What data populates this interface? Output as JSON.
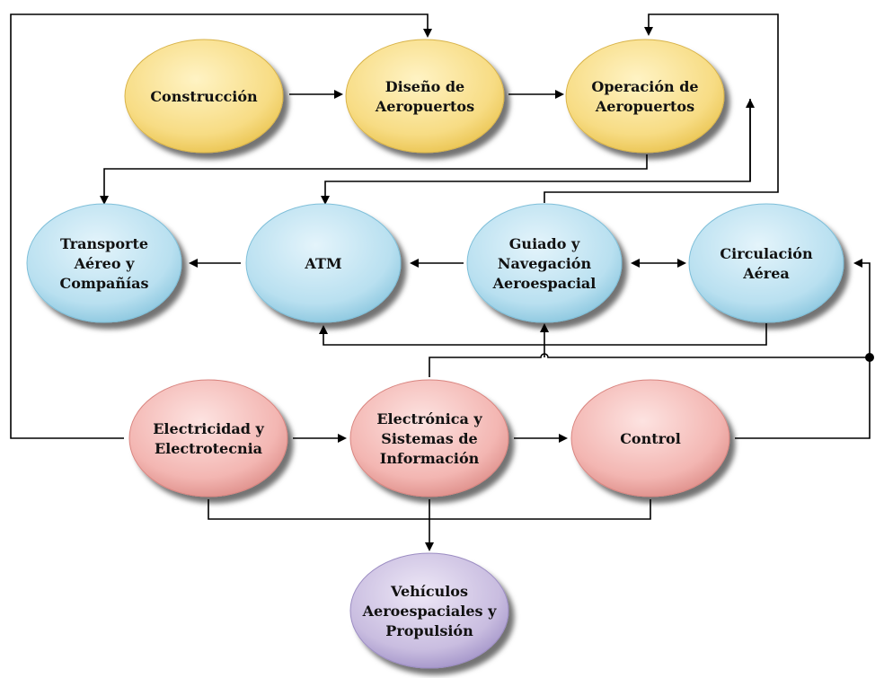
{
  "colors": {
    "yellow": "#f7dc84",
    "yellow_edge": "#e8bf3f",
    "blue": "#b9e0f0",
    "blue_edge": "#7fbfd9",
    "pink": "#f3b6b2",
    "pink_edge": "#d98580",
    "purple": "#c9bde0",
    "purple_edge": "#9b8cc2",
    "line": "#000000"
  },
  "nodes": {
    "construccion": {
      "lines": [
        "Construcción"
      ]
    },
    "diseno": {
      "lines": [
        "Diseño de",
        "Aeropuertos"
      ]
    },
    "operacion": {
      "lines": [
        "Operación de",
        "Aeropuertos"
      ]
    },
    "transporte": {
      "lines": [
        "Transporte",
        "Aéreo y",
        "Compañías"
      ]
    },
    "atm": {
      "lines": [
        "ATM"
      ]
    },
    "guiado": {
      "lines": [
        "Guiado y",
        "Navegación",
        "Aeroespacial"
      ]
    },
    "circulacion": {
      "lines": [
        "Circulación",
        "Aérea"
      ]
    },
    "electricidad": {
      "lines": [
        "Electricidad y",
        "Electrotecnia"
      ]
    },
    "electronica": {
      "lines": [
        "Electrónica y",
        "Sistemas de",
        "Información"
      ]
    },
    "control": {
      "lines": [
        "Control"
      ]
    },
    "vehiculos": {
      "lines": [
        "Vehículos",
        "Aeroespaciales y",
        "Propulsión"
      ]
    }
  }
}
